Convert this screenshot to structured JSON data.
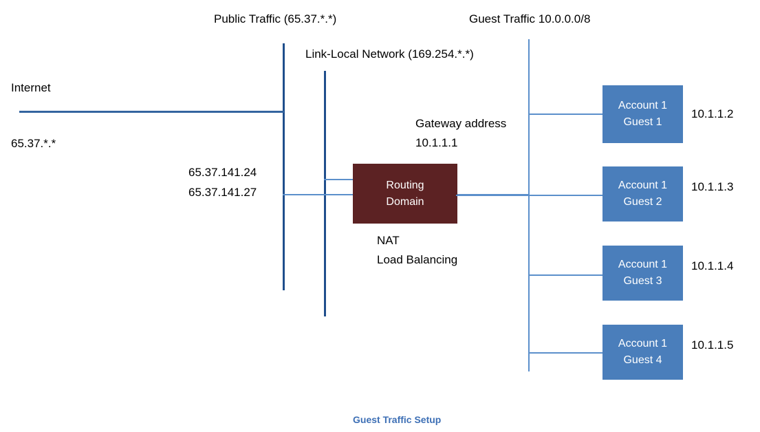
{
  "diagram": {
    "caption": "Guest Traffic Setup",
    "colors": {
      "router_fill": "#5C2223",
      "guest_fill": "#4A7EBB",
      "bus_dark": "#1F4E8C",
      "bus_light": "#5B8FCB",
      "caption_text": "#3D6FB5",
      "label_text": "#000000",
      "background": "#FFFFFF"
    },
    "headers": {
      "public_traffic": "Public Traffic (65.37.*.*)",
      "link_local": "Link-Local Network (169.254.*.*)",
      "guest_traffic": "Guest Traffic 10.0.0.0/8"
    },
    "left_labels": {
      "internet": "Internet",
      "internet_subnet": "65.37.*.*",
      "public_ip_1": "65.37.141.24",
      "public_ip_2": "65.37.141.27"
    },
    "gateway": {
      "title": "Gateway address",
      "address": "10.1.1.1"
    },
    "router": {
      "line1": "Routing",
      "line2": "Domain",
      "function_1": "NAT",
      "function_2": "Load Balancing"
    },
    "guests": [
      {
        "account": "Account 1",
        "name": "Guest 1",
        "ip": "10.1.1.2"
      },
      {
        "account": "Account 1",
        "name": "Guest 2",
        "ip": "10.1.1.3"
      },
      {
        "account": "Account 1",
        "name": "Guest 3",
        "ip": "10.1.1.4"
      },
      {
        "account": "Account 1",
        "name": "Guest 4",
        "ip": "10.1.1.5"
      }
    ]
  }
}
